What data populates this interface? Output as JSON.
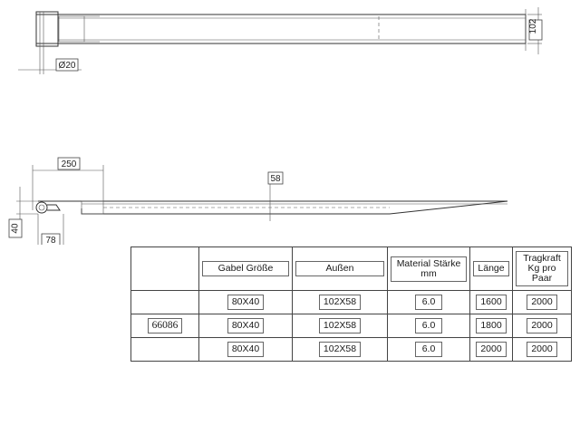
{
  "top_view": {
    "dim_diameter": "Ø20",
    "dim_height": "102"
  },
  "side_view": {
    "dim_length": "250",
    "dim_thickness": "58",
    "dim_height": "40",
    "dim_offset": "78"
  },
  "table": {
    "headers": [
      "Gabel Größe",
      "Außen",
      "Material Stärke mm",
      "Länge",
      "Tragkraft Kg pro Paar"
    ],
    "article": "66086",
    "rows": [
      [
        "80X40",
        "102X58",
        "6.0",
        "1600",
        "2000"
      ],
      [
        "80X40",
        "102X58",
        "6.0",
        "1800",
        "2000"
      ],
      [
        "80X40",
        "102X58",
        "6.0",
        "2000",
        "2000"
      ]
    ]
  }
}
